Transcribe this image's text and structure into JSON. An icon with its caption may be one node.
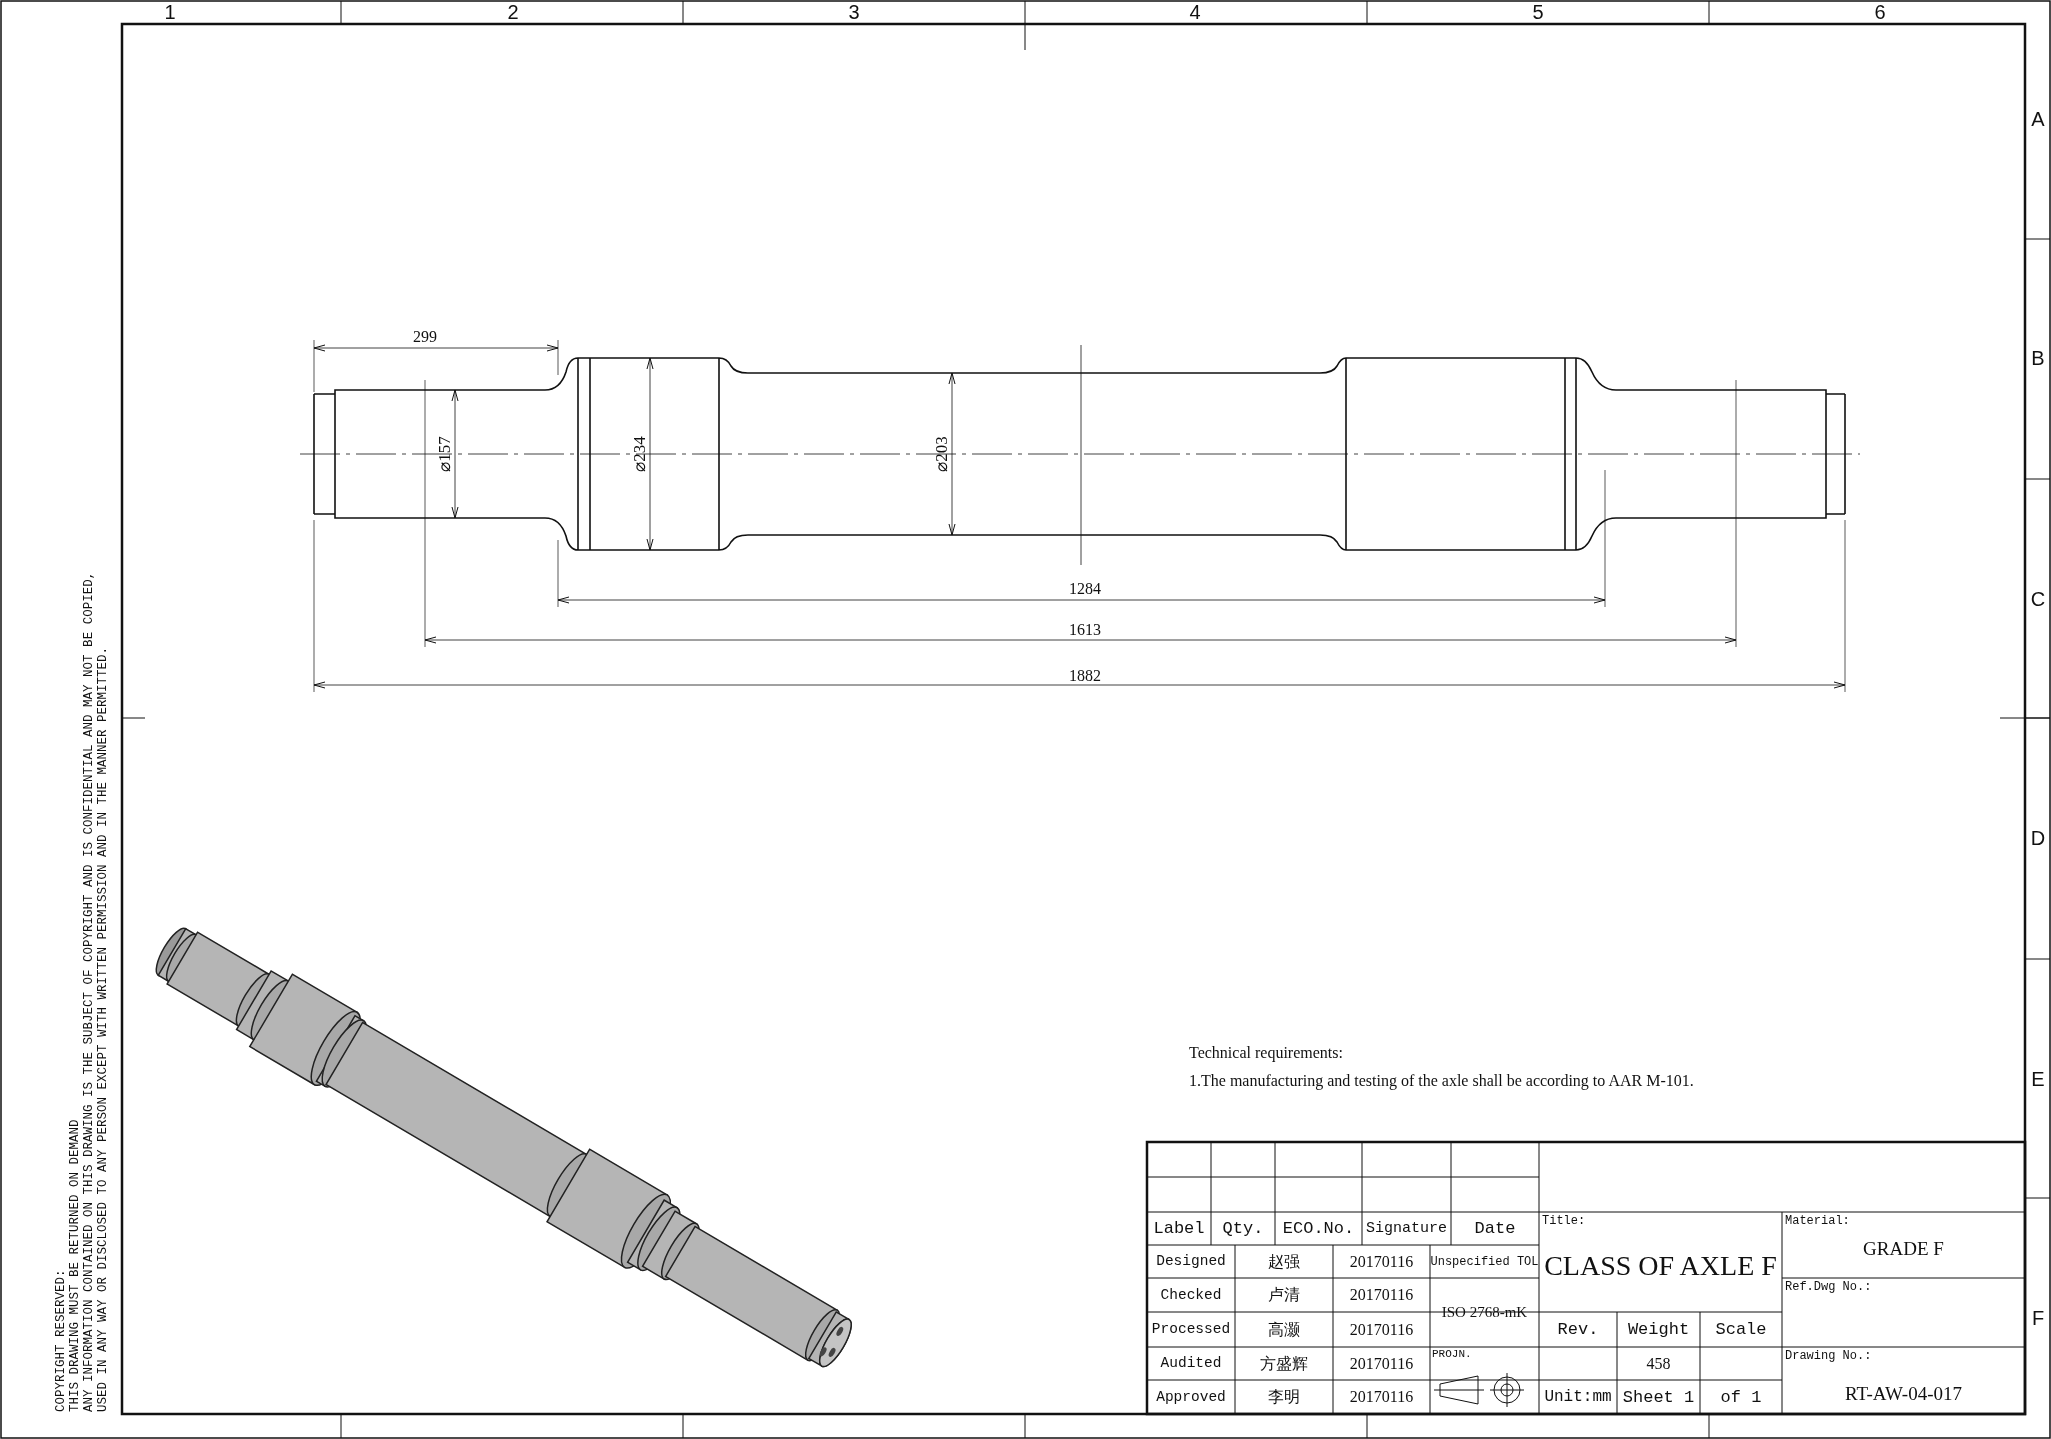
{
  "diagram": {
    "labels": [
      "1",
      "2",
      "3",
      "4",
      "5",
      "6",
      "A",
      "B",
      "C",
      "D",
      "E",
      "F",
      "299",
      "⌀157",
      "⌀234",
      "⌀203",
      "1284",
      "1613",
      "1882",
      "COPYRIGHT RESERVED:",
      "THIS DRAWING MUST BE RETURNED ON DEMAND",
      "ANY INFORMATION CONTAINED ON THIS DRAWING IS THE SUBJECT OF COPYRIGHT AND IS CONFIDENTIAL AND MAY NOT BE COPIED,",
      "USED IN ANY WAY OR DISCLOSED TO ANY PERSON EXCEPT WITH WRITTEN PERMISSION AND IN THE MANNER PERMITTED.",
      "Technical requirements:",
      "1.The manufacturing and testing of the axle shall be according to AAR M-101.",
      "Label",
      "Qty.",
      "ECO.No.",
      "Signature",
      "Date",
      "Title:",
      "CLASS OF AXLE F",
      "Material:",
      "GRADE F",
      "Designed",
      "赵强",
      "20170116",
      "Unspecified TOL",
      "Checked",
      "卢清",
      "20170116",
      "ISO 2768-mK",
      "Ref.Dwg No.:",
      "Processed",
      "高灏",
      "20170116",
      "Rev.",
      "Weight",
      "Scale",
      "Audited",
      "方盛辉",
      "20170116",
      "PROJN.",
      "458",
      "Drawing No.:",
      "Approved",
      "李明",
      "20170116",
      "Unit:mm",
      "Sheet 1",
      "of 1",
      "RT-AW-04-017"
    ]
  }
}
